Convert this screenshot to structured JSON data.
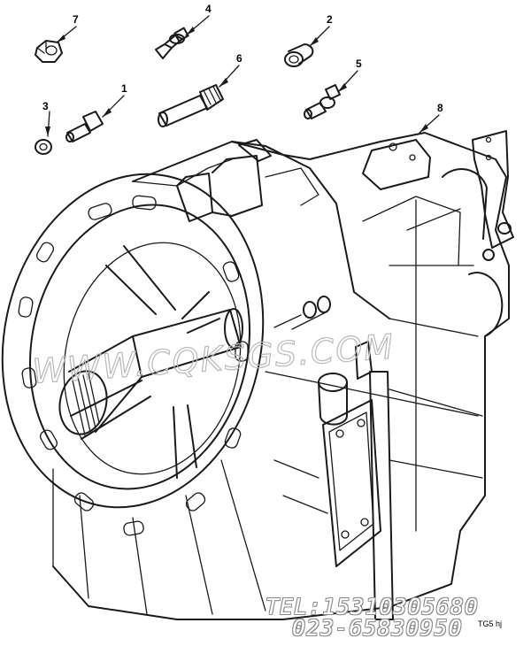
{
  "diagram": {
    "callouts": [
      {
        "id": "c7",
        "label": "7"
      },
      {
        "id": "c4",
        "label": "4"
      },
      {
        "id": "c2",
        "label": "2"
      },
      {
        "id": "c6",
        "label": "6"
      },
      {
        "id": "c5",
        "label": "5"
      },
      {
        "id": "c3",
        "label": "3"
      },
      {
        "id": "c1",
        "label": "1"
      },
      {
        "id": "c8",
        "label": "8"
      }
    ],
    "figure_code": "TG5 hj"
  },
  "watermark": {
    "text": "WWW.CQKSGS.COM",
    "tel": "TEL:15310305680",
    "phone2": "023-65830950"
  },
  "colors": {
    "ink": "#1a1a1a",
    "background": "#ffffff",
    "watermark": "#b9b9b9"
  }
}
